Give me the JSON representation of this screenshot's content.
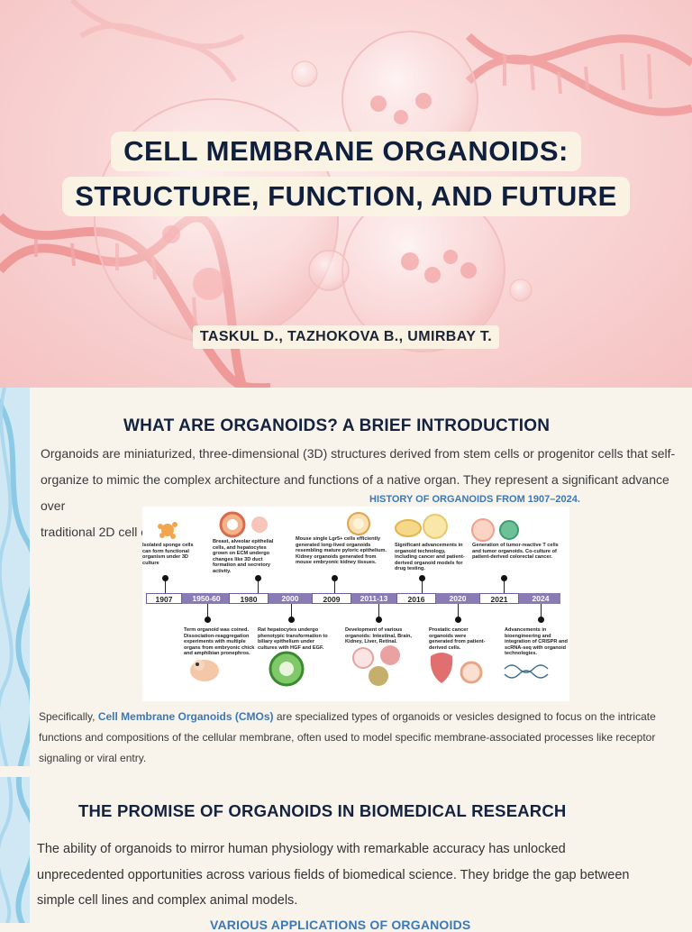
{
  "hero": {
    "title_line1": "CELL MEMBRANE ORGANOIDS:",
    "title_line2": "STRUCTURE, FUNCTION, AND FUTURE",
    "authors": "TASKUL D., TAZHOKOVA B., UMIRBAY T."
  },
  "section1": {
    "heading": "WHAT ARE ORGANOIDS? A BRIEF INTRODUCTION",
    "intro_l1": "Organoids are miniaturized, three-dimensional (3D) structures derived from stem cells or progenitor cells that self-",
    "intro_l2": "organize to mimic the complex architecture and functions of a native organ. They represent a significant advance over",
    "intro_l3": "traditional 2D cell cultures.",
    "figure_caption": "HISTORY OF ORGANOIDS FROM 1907–2024.",
    "cmo_l1_pre": "Specifically, ",
    "cmo_l1_hl": "Cell Membrane Organoids (CMOs)",
    "cmo_l1_post": " are specialized types of organoids or vesicles designed to focus on the intricate",
    "cmo_l2": "functions and compositions of the cellular membrane, often used to model specific membrane-associated processes like receptor",
    "cmo_l3": "signaling or viral entry."
  },
  "timeline": {
    "years": [
      "1907",
      "1950-60",
      "1980",
      "2000",
      "2009",
      "2011-13",
      "2016",
      "2020",
      "2021",
      "2024"
    ],
    "top_notes": [
      "Isolated sponge cells can form functional organism under 3D culture",
      "Breast, alveolar epithelial cells, and hepatocytes grown on ECM undergo changes like 3D duct formation and secretory activity.",
      "Mouse single Lgr5+ cells efficiently generated long-lived organoids resembling mature pyloric epithelium. Kidney organoids generated from mouse embryonic kidney tissues.",
      "Significant advancements in organoid technology, including cancer and patient-derived organoid models for drug testing.",
      "Generation of tumor-reactive T cells and tumor organoids. Co-culture of patient-derived colorectal cancer."
    ],
    "bottom_notes": [
      "Term organoid was coined. Dissociation-reaggregation experiments with multiple organs from embryonic chick and amphibian pronephros.",
      "Rat hepatocytes undergo phenotypic transformation to biliary epithelium under cultures with HGF and EGF.",
      "Development of various organoids: Intestinal, Brain, Kidney, Liver, Retinal.",
      "Prostatic cancer organoids were generated from patient-derived cells.",
      "Advancements in bioengineering and integration of CRISPR and scRNA-seq with organoid technologies."
    ]
  },
  "section2": {
    "heading": "THE PROMISE OF ORGANOIDS IN BIOMEDICAL RESEARCH",
    "body_l1": "The ability of organoids to mirror human physiology with remarkable accuracy has unlocked",
    "body_l2": "unprecedented opportunities across various fields of biomedical science. They bridge the gap between",
    "body_l3": "simple cell lines and complex animal models.",
    "next_heading": "VARIOUS APPLICATIONS OF ORGANOIDS"
  },
  "colors": {
    "accent": "#3b78b5",
    "heading": "#13223f",
    "hero_pink": "#f5c2c2",
    "timeline": "#8a7bb5"
  }
}
